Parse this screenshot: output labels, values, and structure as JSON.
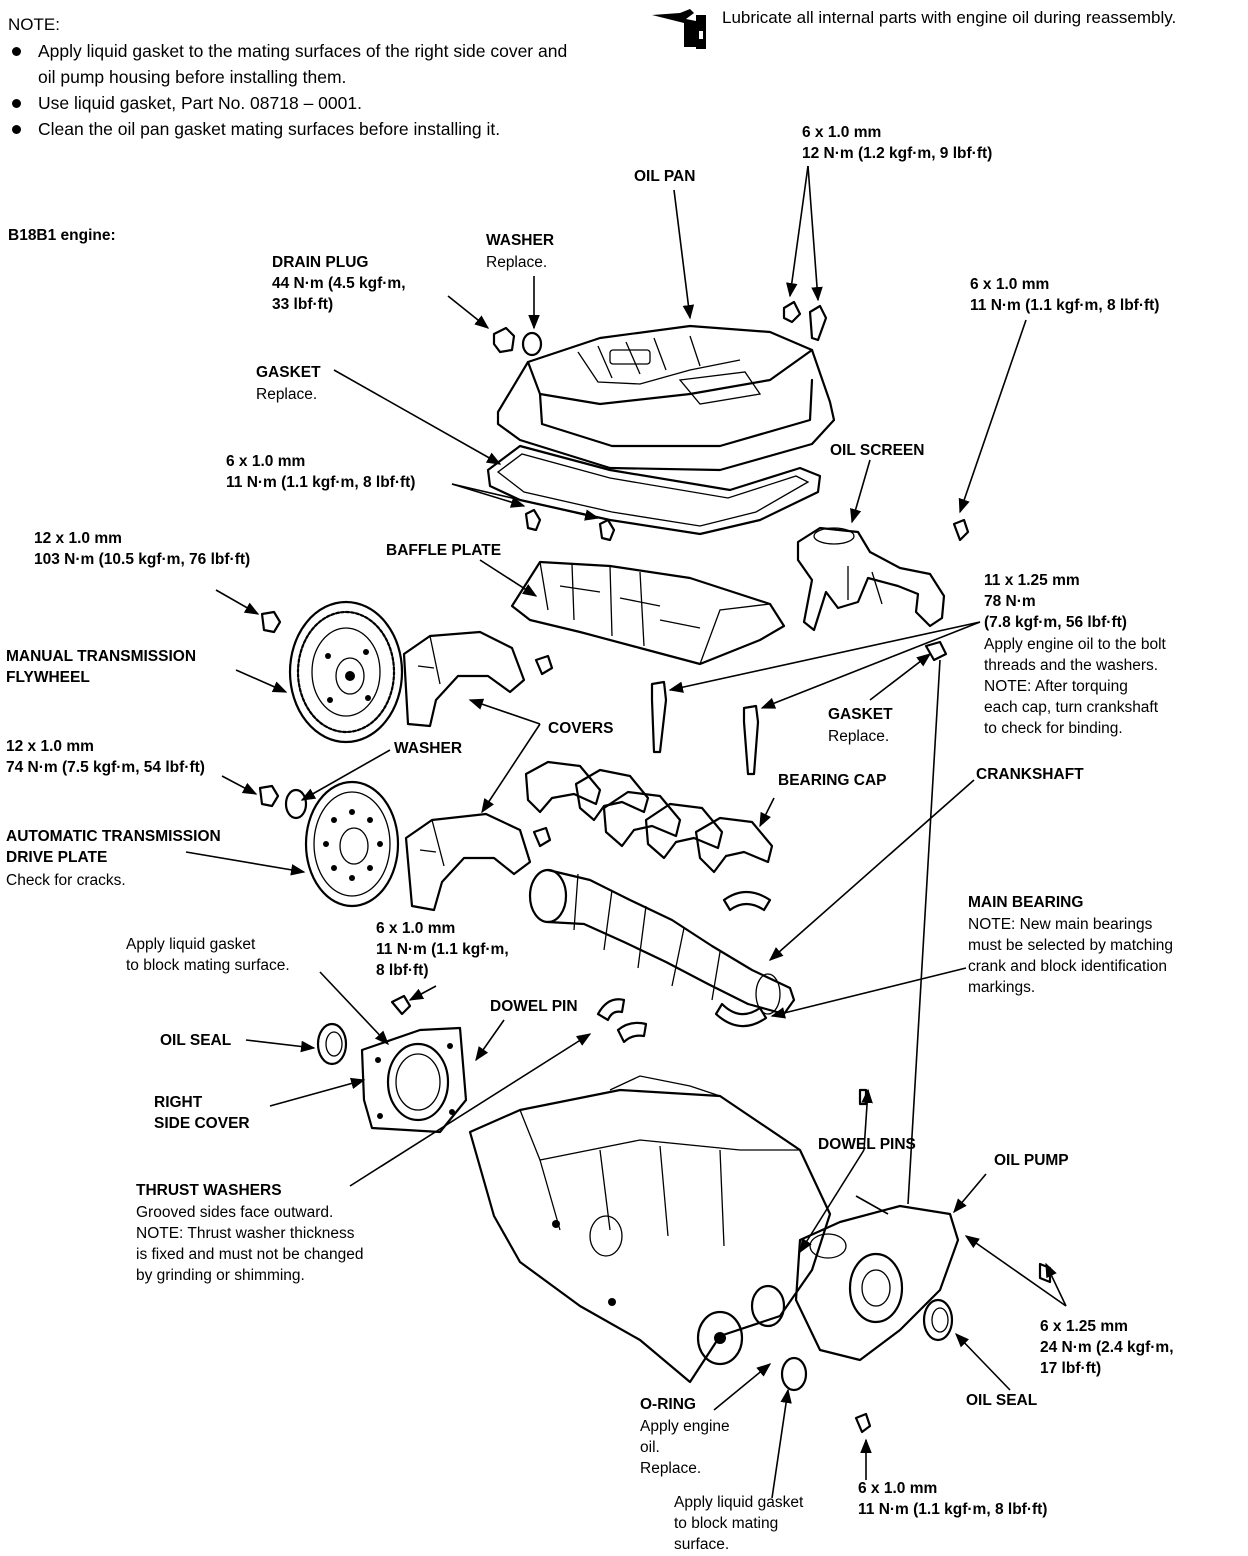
{
  "notes": {
    "heading": "NOTE:",
    "items": [
      "Apply liquid gasket to the mating surfaces of the right side cover and oil pump housing before installing them.",
      "Use liquid gasket, Part No. 08718 – 0001.",
      "Clean the oil pan gasket mating surfaces before installing it."
    ]
  },
  "lubricate_note": "Lubricate all internal parts with engine oil during reassembly.",
  "engine_label": "B18B1 engine:",
  "labels": {
    "oil_pan": "OIL PAN",
    "oil_pan_bolts": "6 x 1.0 mm\n12 N·m (1.2 kgf·m, 9 lbf·ft)",
    "drain_plug": "DRAIN PLUG\n44 N·m (4.5 kgf·m,\n33 lbf·ft)",
    "washer_top": "WASHER",
    "washer_top_note": "Replace.",
    "gasket": "GASKET",
    "gasket_note": "Replace.",
    "screen_bolt": "6 x 1.0 mm\n11 N·m (1.1 kgf·m, 8 lbf·ft)",
    "baffle_bolts": "6 x 1.0 mm\n11 N·m (1.1 kgf·m, 8 lbf·ft)",
    "oil_screen": "OIL SCREEN",
    "flywheel_bolt": "12 x 1.0 mm\n103 N·m (10.5 kgf·m, 76 lbf·ft)",
    "baffle_plate": "BAFFLE PLATE",
    "cap_bolts": "11 x 1.25 mm\n78 N·m\n(7.8 kgf·m, 56 lbf·ft)",
    "cap_bolts_note": "Apply engine oil to the bolt\nthreads and the washers.\nNOTE:  After torquing\neach cap, turn crankshaft\nto check for binding.",
    "manual_flywheel": "MANUAL TRANSMISSION\nFLYWHEEL",
    "covers": "COVERS",
    "gasket_screen": "GASKET",
    "gasket_screen_note": "Replace.",
    "drive_plate_bolt": "12 x 1.0 mm\n74 N·m (7.5 kgf·m, 54 lbf·ft)",
    "washer_mid": "WASHER",
    "bearing_cap": "BEARING CAP",
    "crankshaft": "CRANKSHAFT",
    "auto_drive_plate": "AUTOMATIC TRANSMISSION\nDRIVE PLATE",
    "auto_drive_plate_note": "Check for cracks.",
    "main_bearing": "MAIN BEARING",
    "main_bearing_note": "NOTE:  New main bearings\nmust be selected by matching\ncrank and block identification\nmarkings.",
    "side_cover_bolt": "6 x 1.0 mm\n11 N·m (1.1 kgf·m,\n8 lbf·ft)",
    "side_cover_gasket_note": "Apply liquid gasket\nto block mating surface.",
    "dowel_pin": "DOWEL PIN",
    "oil_seal_left": "OIL SEAL",
    "right_side_cover": "RIGHT\nSIDE COVER",
    "dowel_pins": "DOWEL PINS",
    "oil_pump": "OIL PUMP",
    "thrust_washers": "THRUST WASHERS",
    "thrust_washers_note": "Grooved sides face outward.\nNOTE:  Thrust washer thickness\nis fixed and must not be changed\nby grinding or shimming.",
    "pump_bolts": "6 x 1.25 mm\n24 N·m (2.4 kgf·m,\n17 lbf·ft)",
    "oil_seal_right": "OIL SEAL",
    "o_ring": "O-RING",
    "o_ring_note": "Apply engine\noil.\nReplace.",
    "pump_cover_bolt": "6 x 1.0 mm\n11 N·m (1.1 kgf·m, 8 lbf·ft)",
    "pump_gasket_note": "Apply liquid gasket\nto block mating\nsurface."
  }
}
